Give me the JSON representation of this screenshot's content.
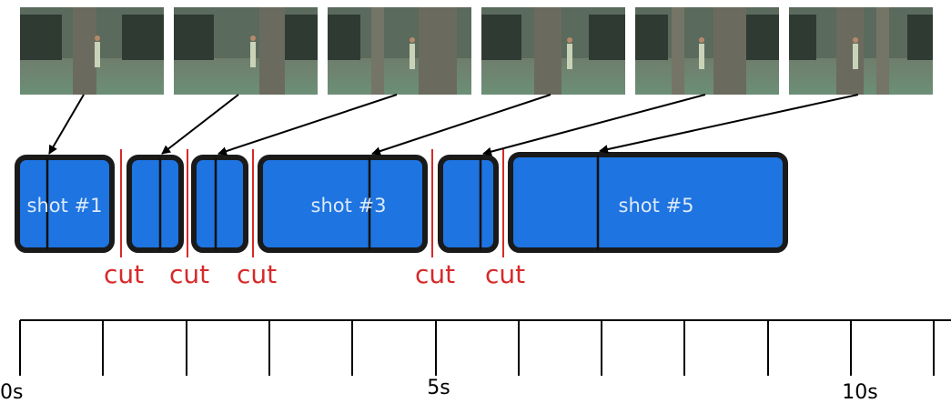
{
  "thumbnails": [
    {
      "id": "frame-1"
    },
    {
      "id": "frame-2"
    },
    {
      "id": "frame-3"
    },
    {
      "id": "frame-4"
    },
    {
      "id": "frame-5"
    },
    {
      "id": "frame-6"
    }
  ],
  "shots": [
    {
      "label": "shot #1"
    },
    {
      "label": ""
    },
    {
      "label": ""
    },
    {
      "label": "shot #3"
    },
    {
      "label": ""
    },
    {
      "label": "shot #5"
    }
  ],
  "cuts": [
    "cut",
    "cut",
    "cut",
    "cut",
    "cut"
  ],
  "timeline": {
    "tick_labels": [
      "0s",
      "5s",
      "10s"
    ]
  },
  "colors": {
    "shot_fill": "#1e74e0",
    "shot_border": "#1a1a1a",
    "cut_color": "#d62a2a",
    "shot_text": "#dce9fb"
  }
}
